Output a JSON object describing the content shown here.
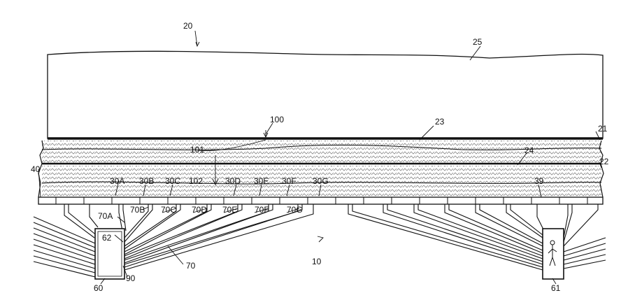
{
  "figure": {
    "labels": {
      "20": "20",
      "25": "25",
      "100": "100",
      "23": "23",
      "21": "21",
      "101": "101",
      "24": "24",
      "22": "22",
      "40": "40",
      "30A": "30A",
      "30B": "30B",
      "30C": "30C",
      "102": "102",
      "30D": "30D",
      "30E": "30E",
      "30F": "30F",
      "30G": "30G",
      "39": "39",
      "70A": "70A",
      "70B": "70B",
      "70C": "70C",
      "70D": "70D",
      "70E": "70E",
      "70F": "70F",
      "70G": "70G",
      "62": "62",
      "70": "70",
      "10": "10",
      "60": "60",
      "90": "90",
      "61": "61"
    }
  }
}
